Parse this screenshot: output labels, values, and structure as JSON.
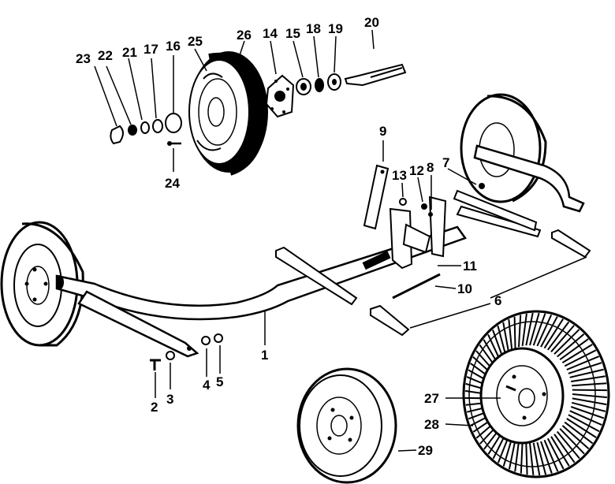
{
  "diagram": {
    "callouts": [
      {
        "id": "1",
        "text": "1"
      },
      {
        "id": "2",
        "text": "2"
      },
      {
        "id": "3",
        "text": "3"
      },
      {
        "id": "4",
        "text": "4"
      },
      {
        "id": "5",
        "text": "5"
      },
      {
        "id": "6",
        "text": "6"
      },
      {
        "id": "7",
        "text": "7"
      },
      {
        "id": "8",
        "text": "8"
      },
      {
        "id": "9",
        "text": "9"
      },
      {
        "id": "10",
        "text": "10"
      },
      {
        "id": "11",
        "text": "11"
      },
      {
        "id": "12",
        "text": "12"
      },
      {
        "id": "13",
        "text": "13"
      },
      {
        "id": "14",
        "text": "14"
      },
      {
        "id": "15",
        "text": "15"
      },
      {
        "id": "16",
        "text": "16"
      },
      {
        "id": "17",
        "text": "17"
      },
      {
        "id": "18",
        "text": "18"
      },
      {
        "id": "19",
        "text": "19"
      },
      {
        "id": "20",
        "text": "20"
      },
      {
        "id": "21",
        "text": "21"
      },
      {
        "id": "22",
        "text": "22"
      },
      {
        "id": "23",
        "text": "23"
      },
      {
        "id": "24",
        "text": "24"
      },
      {
        "id": "25",
        "text": "25"
      },
      {
        "id": "26",
        "text": "26"
      },
      {
        "id": "27",
        "text": "27"
      },
      {
        "id": "28",
        "text": "28"
      },
      {
        "id": "29",
        "text": "29"
      }
    ]
  }
}
